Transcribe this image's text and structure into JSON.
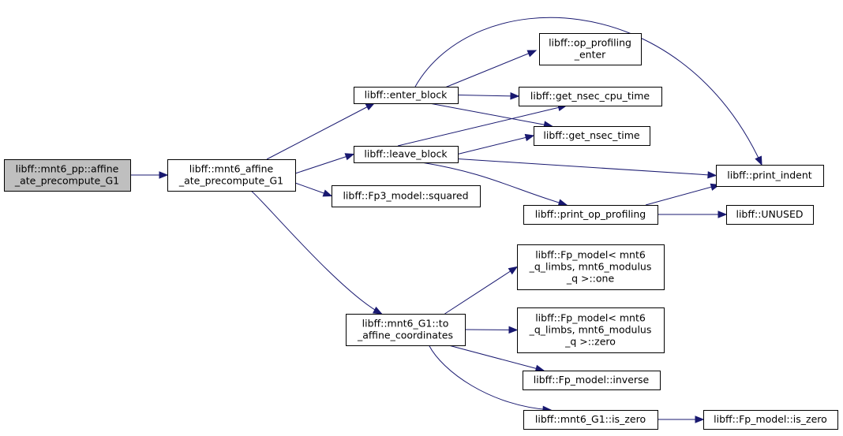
{
  "graph": {
    "nodes": [
      {
        "id": "n0",
        "lines": [
          "libff::mnt6_pp::affine",
          "_ate_precompute_G1"
        ],
        "root": true
      },
      {
        "id": "n1",
        "lines": [
          "libff::mnt6_affine",
          "_ate_precompute_G1"
        ]
      },
      {
        "id": "n2",
        "lines": [
          "libff::enter_block"
        ]
      },
      {
        "id": "n3",
        "lines": [
          "libff::leave_block"
        ]
      },
      {
        "id": "n4",
        "lines": [
          "libff::Fp3_model::squared"
        ]
      },
      {
        "id": "n5",
        "lines": [
          "libff::mnt6_G1::to",
          "_affine_coordinates"
        ]
      },
      {
        "id": "n6",
        "lines": [
          "libff::op_profiling",
          "_enter"
        ]
      },
      {
        "id": "n7",
        "lines": [
          "libff::get_nsec_cpu_time"
        ]
      },
      {
        "id": "n8",
        "lines": [
          "libff::get_nsec_time"
        ]
      },
      {
        "id": "n9",
        "lines": [
          "libff::print_indent"
        ]
      },
      {
        "id": "n10",
        "lines": [
          "libff::print_op_profiling"
        ]
      },
      {
        "id": "n11",
        "lines": [
          "libff::UNUSED"
        ]
      },
      {
        "id": "n12",
        "lines": [
          "libff::Fp_model< mnt6",
          "_q_limbs, mnt6_modulus",
          "_q >::one"
        ]
      },
      {
        "id": "n13",
        "lines": [
          "libff::Fp_model< mnt6",
          "_q_limbs, mnt6_modulus",
          "_q >::zero"
        ]
      },
      {
        "id": "n14",
        "lines": [
          "libff::Fp_model::inverse"
        ]
      },
      {
        "id": "n15",
        "lines": [
          "libff::mnt6_G1::is_zero"
        ]
      },
      {
        "id": "n16",
        "lines": [
          "libff::Fp_model::is_zero"
        ]
      }
    ],
    "edges": [
      {
        "from": "n0",
        "to": "n1"
      },
      {
        "from": "n1",
        "to": "n2"
      },
      {
        "from": "n1",
        "to": "n3"
      },
      {
        "from": "n1",
        "to": "n4"
      },
      {
        "from": "n1",
        "to": "n5"
      },
      {
        "from": "n2",
        "to": "n6"
      },
      {
        "from": "n2",
        "to": "n7"
      },
      {
        "from": "n2",
        "to": "n8"
      },
      {
        "from": "n2",
        "to": "n9"
      },
      {
        "from": "n3",
        "to": "n7"
      },
      {
        "from": "n3",
        "to": "n8"
      },
      {
        "from": "n3",
        "to": "n9"
      },
      {
        "from": "n3",
        "to": "n10"
      },
      {
        "from": "n10",
        "to": "n9"
      },
      {
        "from": "n10",
        "to": "n11"
      },
      {
        "from": "n5",
        "to": "n12"
      },
      {
        "from": "n5",
        "to": "n13"
      },
      {
        "from": "n5",
        "to": "n14"
      },
      {
        "from": "n5",
        "to": "n15"
      },
      {
        "from": "n15",
        "to": "n16"
      }
    ],
    "colors": {
      "edge": "#191970",
      "root_fill": "#bfbfbf",
      "node_fill": "#ffffff",
      "border": "#000000"
    }
  }
}
